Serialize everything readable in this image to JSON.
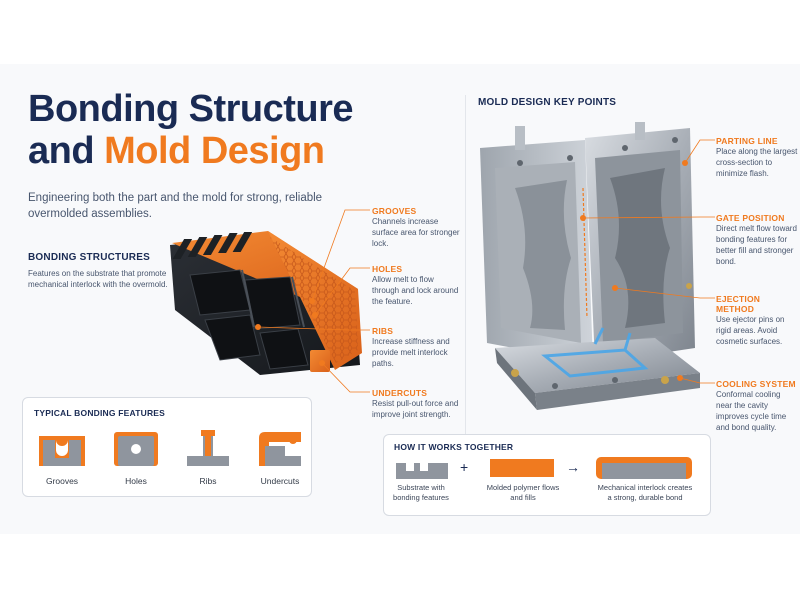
{
  "title": {
    "line1": "Bonding Structure",
    "line2_a": "and ",
    "line2_b": "Mold Design"
  },
  "subtitle": "Engineering both the part and the mold for strong, reliable overmolded assemblies.",
  "bonding": {
    "heading": "BONDING STRUCTURES",
    "text": "Features on the substrate that promote mechanical interlock with the overmold."
  },
  "part_callouts": [
    {
      "title": "GROOVES",
      "text": "Channels increase surface area for stronger lock."
    },
    {
      "title": "HOLES",
      "text": "Allow melt to flow through and lock around the feature."
    },
    {
      "title": "RIBS",
      "text": "Increase stiffness and provide melt interlock paths."
    },
    {
      "title": "UNDERCUTS",
      "text": "Resist pull-out force and improve joint strength."
    }
  ],
  "typical": {
    "heading": "TYPICAL BONDING FEATURES",
    "items": [
      "Grooves",
      "Holes",
      "Ribs",
      "Undercuts"
    ]
  },
  "mold": {
    "heading": "MOLD DESIGN KEY POINTS",
    "callouts": [
      {
        "title": "PARTING LINE",
        "text": "Place along the largest cross-section to minimize flash."
      },
      {
        "title": "GATE POSITION",
        "text": "Direct melt flow toward bonding features for better fill and stronger bond."
      },
      {
        "title": "EJECTION METHOD",
        "text": "Use ejector pins on rigid areas. Avoid cosmetic surfaces."
      },
      {
        "title": "COOLING SYSTEM",
        "text": "Conformal cooling near the cavity improves cycle time and bond quality."
      }
    ]
  },
  "how": {
    "heading": "HOW IT WORKS TOGETHER",
    "step1": "Substrate with bonding features",
    "plus": "+",
    "step2": "Molded polymer flows and fills",
    "arrow": "→",
    "step3": "Mechanical interlock creates a strong, durable bond"
  },
  "colors": {
    "accent": "#f07a1f",
    "navy": "#1a2b54",
    "gray_part": "#8f959e",
    "cooling": "#4aa6e8"
  }
}
